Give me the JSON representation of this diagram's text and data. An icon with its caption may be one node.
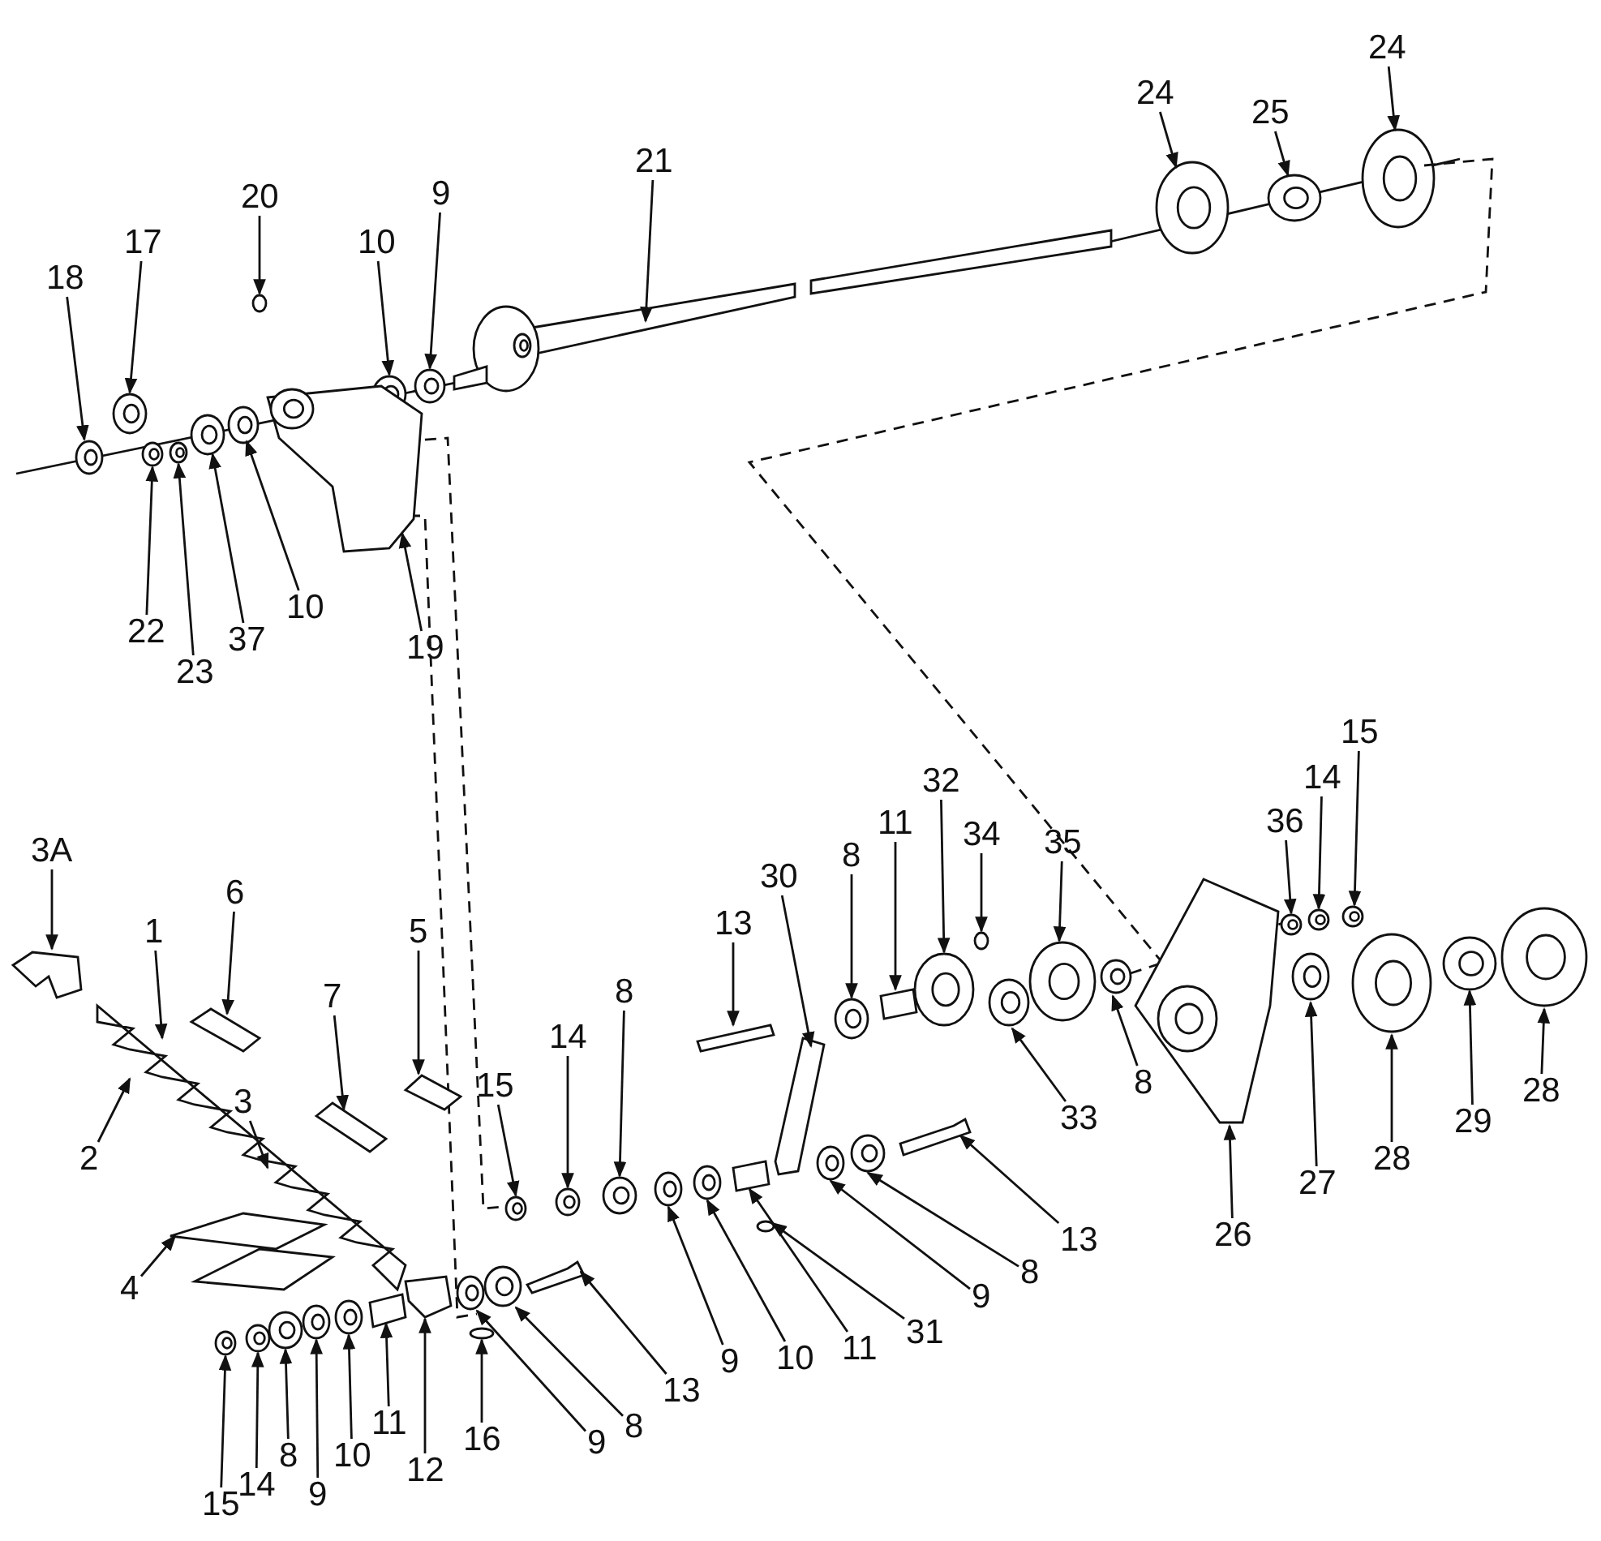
{
  "diagram": {
    "nodes": [
      {
        "text": [
          "24"
        ]
      },
      {
        "text": [
          "25"
        ]
      },
      {
        "text": [
          "24"
        ]
      },
      {
        "text": [
          "21"
        ]
      },
      {
        "text": [
          "20"
        ]
      },
      {
        "text": [
          "17"
        ]
      },
      {
        "text": [
          "10"
        ]
      },
      {
        "text": [
          "9"
        ]
      },
      {
        "text": [
          "18"
        ]
      },
      {
        "text": [
          "22"
        ]
      },
      {
        "text": [
          "10"
        ]
      },
      {
        "text": [
          "37"
        ]
      },
      {
        "text": [
          "23"
        ]
      },
      {
        "text": [
          "19"
        ]
      },
      {
        "text": [
          "15"
        ]
      },
      {
        "text": [
          "14"
        ]
      },
      {
        "text": [
          "36"
        ]
      },
      {
        "text": [
          "32"
        ]
      },
      {
        "text": [
          "34"
        ]
      },
      {
        "text": [
          "11"
        ]
      },
      {
        "text": [
          "35"
        ]
      },
      {
        "text": [
          "3A"
        ]
      },
      {
        "text": [
          "30"
        ]
      },
      {
        "text": [
          "8"
        ]
      },
      {
        "text": [
          "6"
        ]
      },
      {
        "text": [
          "13"
        ]
      },
      {
        "text": [
          "5"
        ]
      },
      {
        "text": [
          "1"
        ]
      },
      {
        "text": [
          "7"
        ]
      },
      {
        "text": [
          "3"
        ]
      },
      {
        "text": [
          "8"
        ]
      },
      {
        "text": [
          "14"
        ]
      },
      {
        "text": [
          "15"
        ]
      },
      {
        "text": [
          "8"
        ]
      },
      {
        "text": [
          "33"
        ]
      },
      {
        "text": [
          "28"
        ]
      },
      {
        "text": [
          "29"
        ]
      },
      {
        "text": [
          "2"
        ]
      },
      {
        "text": [
          "28"
        ]
      },
      {
        "text": [
          "27"
        ]
      },
      {
        "text": [
          "13"
        ]
      },
      {
        "text": [
          "8"
        ]
      },
      {
        "text": [
          "9"
        ]
      },
      {
        "text": [
          "26"
        ]
      },
      {
        "text": [
          "31"
        ]
      },
      {
        "text": [
          "9"
        ]
      },
      {
        "text": [
          "10"
        ]
      },
      {
        "text": [
          "11"
        ]
      },
      {
        "text": [
          "4"
        ]
      },
      {
        "text": [
          "13"
        ]
      },
      {
        "text": [
          "8"
        ]
      },
      {
        "text": [
          "9"
        ]
      },
      {
        "text": [
          "11"
        ]
      },
      {
        "text": [
          "16"
        ]
      },
      {
        "text": [
          "10"
        ]
      },
      {
        "text": [
          "12"
        ]
      },
      {
        "text": [
          "8"
        ]
      },
      {
        "text": [
          "14"
        ]
      },
      {
        "text": [
          "9"
        ]
      },
      {
        "text": [
          "15"
        ]
      }
    ],
    "edges": [
      {
        "from": 0,
        "to": null,
        "arrow": "to"
      },
      {
        "from": 1,
        "to": null,
        "arrow": "to"
      },
      {
        "from": 2,
        "to": null,
        "arrow": "to"
      },
      {
        "from": 3,
        "to": null,
        "arrow": "to"
      },
      {
        "from": 4,
        "to": null,
        "arrow": "to"
      },
      {
        "from": 5,
        "to": null,
        "arrow": "to"
      },
      {
        "from": 6,
        "to": null,
        "arrow": "to"
      },
      {
        "from": 7,
        "to": null,
        "arrow": "to"
      },
      {
        "from": 8,
        "to": null,
        "arrow": "to"
      },
      {
        "from": 9,
        "to": null,
        "arrow": "to"
      },
      {
        "from": 10,
        "to": null,
        "arrow": "to"
      },
      {
        "from": 11,
        "to": null,
        "arrow": "to"
      },
      {
        "from": 12,
        "to": null,
        "arrow": "to"
      },
      {
        "from": 13,
        "to": null,
        "arrow": "to"
      },
      {
        "from": 14,
        "to": null,
        "arrow": "to"
      },
      {
        "from": 15,
        "to": null,
        "arrow": "to"
      },
      {
        "from": 16,
        "to": null,
        "arrow": "to"
      },
      {
        "from": 17,
        "to": null,
        "arrow": "to"
      },
      {
        "from": 18,
        "to": null,
        "arrow": "to"
      },
      {
        "from": 19,
        "to": null,
        "arrow": "to"
      },
      {
        "from": 20,
        "to": null,
        "arrow": "to"
      },
      {
        "from": 21,
        "to": null,
        "arrow": "to"
      },
      {
        "from": 22,
        "to": null,
        "arrow": "to"
      },
      {
        "from": 23,
        "to": null,
        "arrow": "to"
      },
      {
        "from": 24,
        "to": null,
        "arrow": "to"
      },
      {
        "from": 25,
        "to": null,
        "arrow": "to"
      },
      {
        "from": 26,
        "to": null,
        "arrow": "to"
      },
      {
        "from": 27,
        "to": null,
        "arrow": "to"
      },
      {
        "from": 28,
        "to": null,
        "arrow": "to"
      },
      {
        "from": 29,
        "to": null,
        "arrow": "to"
      },
      {
        "from": 30,
        "to": null,
        "arrow": "to"
      },
      {
        "from": 31,
        "to": null,
        "arrow": "to"
      },
      {
        "from": 32,
        "to": null,
        "arrow": "to"
      },
      {
        "from": 33,
        "to": null,
        "arrow": "to"
      },
      {
        "from": 34,
        "to": null,
        "arrow": "to"
      },
      {
        "from": 35,
        "to": null,
        "arrow": "to"
      },
      {
        "from": 36,
        "to": null,
        "arrow": "to"
      },
      {
        "from": 37,
        "to": null,
        "arrow": "to"
      },
      {
        "from": 38,
        "to": null,
        "arrow": "to"
      },
      {
        "from": 39,
        "to": null,
        "arrow": "to"
      },
      {
        "from": 40,
        "to": null,
        "arrow": "to"
      },
      {
        "from": 41,
        "to": null,
        "arrow": "to"
      },
      {
        "from": 42,
        "to": null,
        "arrow": "to"
      },
      {
        "from": 43,
        "to": null,
        "arrow": "to"
      },
      {
        "from": 44,
        "to": null,
        "arrow": "to"
      },
      {
        "from": 45,
        "to": null,
        "arrow": "to"
      },
      {
        "from": 46,
        "to": null,
        "arrow": "to"
      },
      {
        "from": 47,
        "to": null,
        "arrow": "to"
      },
      {
        "from": 48,
        "to": null,
        "arrow": "to"
      },
      {
        "from": 49,
        "to": null,
        "arrow": "to"
      },
      {
        "from": 50,
        "to": null,
        "arrow": "to"
      },
      {
        "from": 51,
        "to": null,
        "arrow": "to"
      },
      {
        "from": 52,
        "to": null,
        "arrow": "to"
      },
      {
        "from": 53,
        "to": null,
        "arrow": "to"
      },
      {
        "from": 54,
        "to": null,
        "arrow": "to"
      },
      {
        "from": 55,
        "to": null,
        "arrow": "to"
      },
      {
        "from": 56,
        "to": null,
        "arrow": "to"
      },
      {
        "from": 57,
        "to": null,
        "arrow": "to"
      },
      {
        "from": 58,
        "to": null,
        "arrow": "to"
      },
      {
        "from": 59,
        "to": null,
        "arrow": "to"
      }
    ]
  }
}
